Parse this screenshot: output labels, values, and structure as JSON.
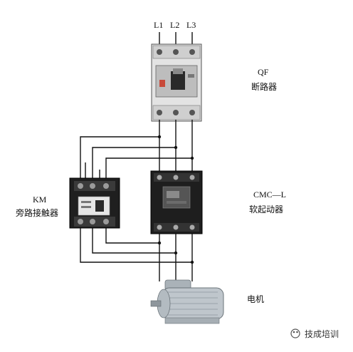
{
  "phases": [
    "L1",
    "L2",
    "L3"
  ],
  "breaker": {
    "code": "QF",
    "name": "断路器"
  },
  "soft_starter": {
    "code": "CMC—L",
    "name": "软起动器"
  },
  "contactor": {
    "code": "KM",
    "name": "旁路接触器"
  },
  "motor": {
    "name": "电机"
  },
  "watermark": {
    "text": "技成培训"
  },
  "colors": {
    "wire": "#111111",
    "device_dark": "#1e1e1e",
    "device_light": "#d9d9d9",
    "motor": "#bfc6cc"
  }
}
